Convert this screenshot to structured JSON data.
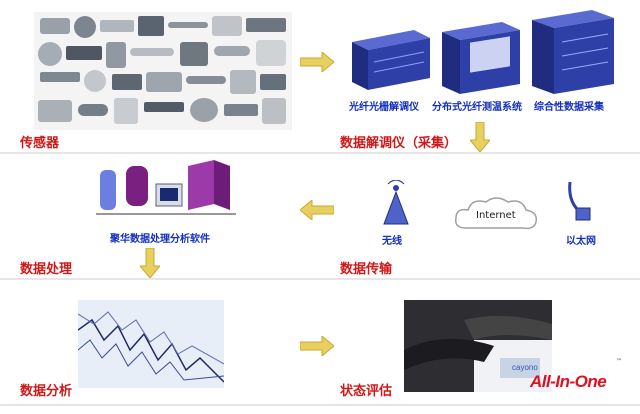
{
  "stages": {
    "sensor": "传感器",
    "demod": "数据解调仪（采集）",
    "processing": "数据处理",
    "transmission": "数据传输",
    "analysis": "数据分析",
    "evaluation": "状态评估"
  },
  "devices": {
    "fbg_demodulator": "光纤光栅解调仪",
    "distributed_system": "分布式光纤测温系统",
    "integrated_daq": "综合性数据采集"
  },
  "software": "聚华数据处理分析软件",
  "transmission": {
    "wireless": "无线",
    "cloud": "Internet",
    "ethernet": "以太网"
  },
  "brand": {
    "name": "All-In-One",
    "trademark": "™",
    "logo_text": "cayono"
  },
  "colors": {
    "stage_label": "#d01818",
    "caption": "#1530c0",
    "arrow": "#e8d060",
    "brand": "#e01020",
    "rack": "#2f3fa8"
  }
}
